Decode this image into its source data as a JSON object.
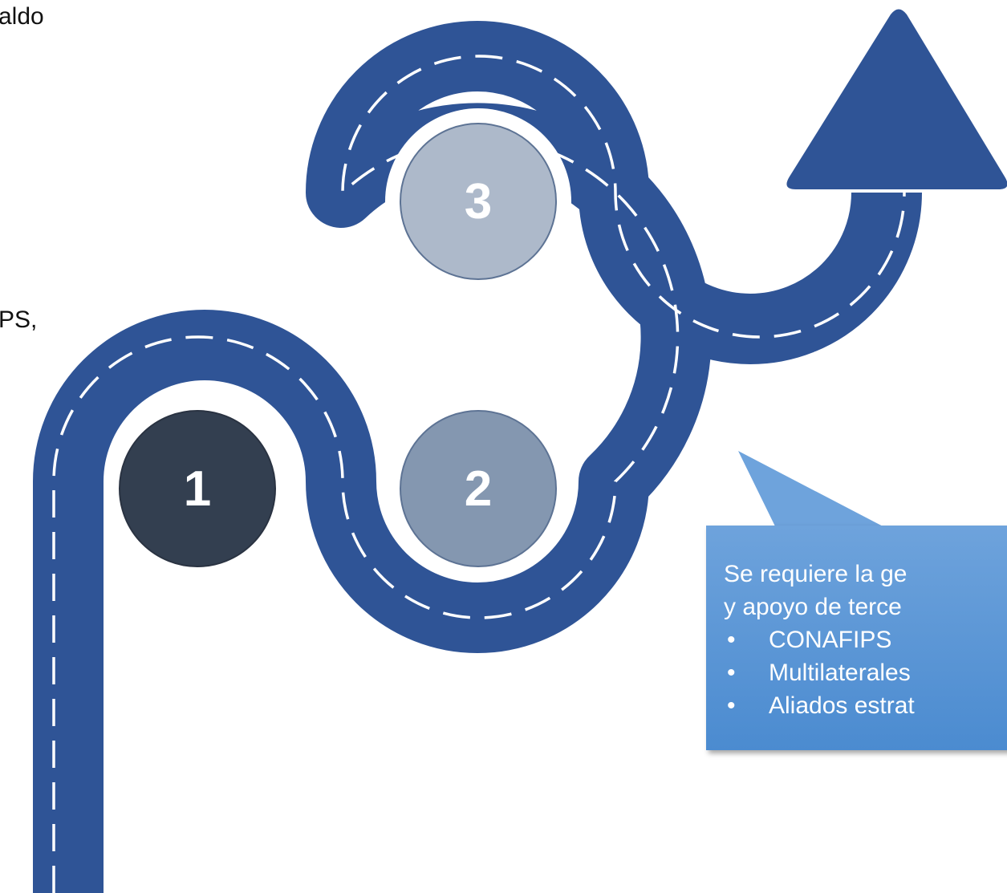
{
  "text_fragments": {
    "top_left": "aldo",
    "mid_left": "PS,"
  },
  "milestones": [
    {
      "number": "1",
      "color": "#333f50"
    },
    {
      "number": "2",
      "color": "#8497b0"
    },
    {
      "number": "3",
      "color": "#adb9ca"
    }
  ],
  "callout": {
    "line1": "Se requiere la ge",
    "line2": "y apoyo de terce",
    "items": [
      "CONAFIPS",
      "Multilaterales",
      "Aliados estrat"
    ],
    "color": "#5b9bd5"
  },
  "road": {
    "color": "#2f5496",
    "dash_color": "#ffffff"
  }
}
